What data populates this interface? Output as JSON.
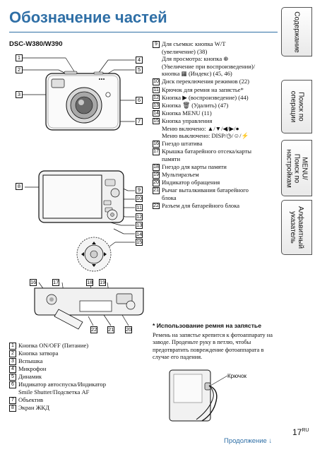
{
  "header": {
    "title": "Обозначение частей"
  },
  "model": "DSC-W380/W390",
  "side_tabs": [
    {
      "label": "Содержание"
    },
    {
      "label": "Поиск по операции"
    },
    {
      "label": "MENU/Поиск по настройкам"
    },
    {
      "label": "Алфавитный указатель"
    }
  ],
  "callouts": [
    "1",
    "2",
    "3",
    "4",
    "5",
    "6",
    "7",
    "8",
    "9",
    "10",
    "11",
    "12",
    "13",
    "14",
    "15",
    "16",
    "17",
    "18",
    "19",
    "20",
    "21",
    "22"
  ],
  "parts_left": [
    {
      "num": "1",
      "text": "Кнопка ON/OFF (Питание)"
    },
    {
      "num": "2",
      "text": "Кнопка затвора"
    },
    {
      "num": "3",
      "text": "Вспышка"
    },
    {
      "num": "4",
      "text": "Микрофон"
    },
    {
      "num": "5",
      "text": "Динамик"
    },
    {
      "num": "6",
      "text": "Индикатор автоспуска/Индикатор\nSmile Shutter/Подсветка AF"
    },
    {
      "num": "7",
      "text": "Объектив"
    },
    {
      "num": "8",
      "text": "Экран ЖКД"
    }
  ],
  "parts_right": [
    {
      "num": "9",
      "text": "Для съемки: кнопка W/T\n(увеличение) (38)\nДля просмотра: кнопка ⊕\n(Увеличение при воспроизведении)/\nкнопка ▦ (Индекс) (45, 46)"
    },
    {
      "num": "10",
      "text": "Диск переключения режимов (22)"
    },
    {
      "num": "11",
      "text": "Крючок для ремня на запястье*"
    },
    {
      "num": "12",
      "text": "Кнопка ▶ (воспроизведение) (44)"
    },
    {
      "num": "13",
      "text": "Кнопка 🗑 (Удалить) (47)"
    },
    {
      "num": "14",
      "text": "Кнопка MENU (11)"
    },
    {
      "num": "15",
      "text": "Кнопка управления\nМеню включено: ▲/▼/◀/▶/●\nМеню выключено: DISP/◷/☺/⚡"
    },
    {
      "num": "16",
      "text": "Гнездо штатива"
    },
    {
      "num": "17",
      "text": "Крышка батарейного отсека/карты\nпамяти"
    },
    {
      "num": "18",
      "text": "Гнездо для карты памяти"
    },
    {
      "num": "19",
      "text": "Мультиразъем"
    },
    {
      "num": "20",
      "text": "Индикатор обращения"
    },
    {
      "num": "21",
      "text": "Рычаг выталкивания батарейного\nблока"
    },
    {
      "num": "22",
      "text": "Разъем для батарейного блока"
    }
  ],
  "note": {
    "title": "* Использование ремня на запястье",
    "text": "Ремень на запястье крепится к фотоаппарату на заводе. Проденьте руку в петлю, чтобы предотвратить повреждение фотоаппарата в случае его падения.",
    "hook_label": "Крючок"
  },
  "footer": {
    "page": "17",
    "page_suffix": "RU",
    "continued": "Продолжение ↓"
  }
}
